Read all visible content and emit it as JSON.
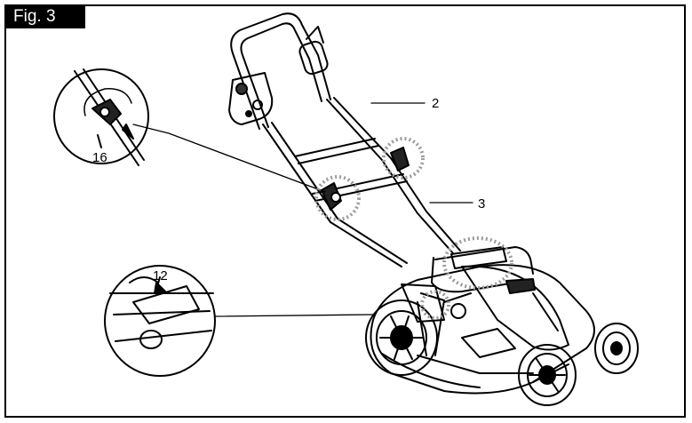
{
  "figure": {
    "label": "Fig. 3"
  },
  "callouts": {
    "c2": "2",
    "c3": "3",
    "c16": "16",
    "c12": "12"
  },
  "colors": {
    "ink": "#000000",
    "paper": "#ffffff",
    "highlight": "#9a9a9a"
  },
  "icons": [
    "lawn-mower-illustration",
    "handle-knob-detail-icon",
    "height-lever-detail-icon"
  ]
}
